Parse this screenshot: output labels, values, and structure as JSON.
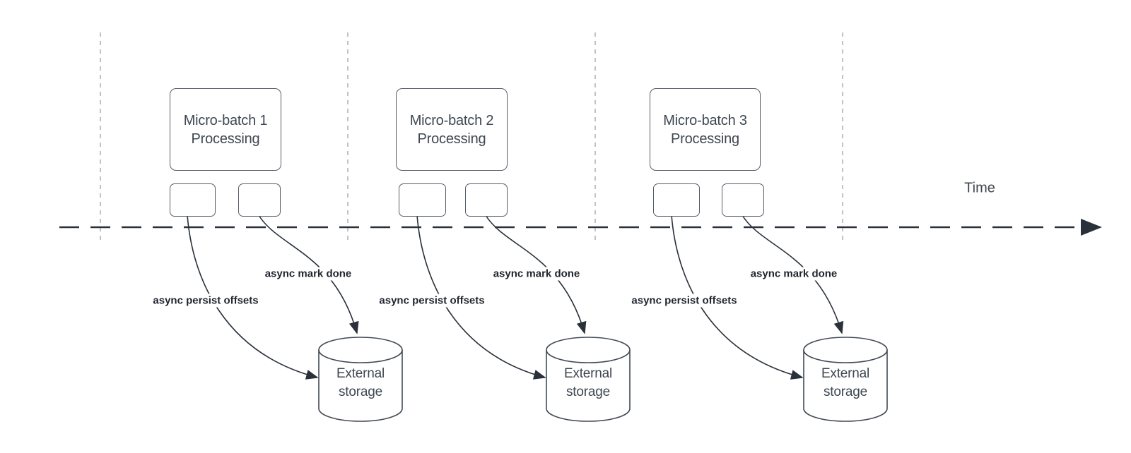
{
  "timeline": {
    "label": "Time"
  },
  "batches": [
    {
      "title": "Micro-batch 1",
      "subtitle": "Processing",
      "persist_label": "async persist offsets",
      "done_label": "async mark done",
      "storage_line1": "External",
      "storage_line2": "storage"
    },
    {
      "title": "Micro-batch 2",
      "subtitle": "Processing",
      "persist_label": "async persist offsets",
      "done_label": "async mark done",
      "storage_line1": "External",
      "storage_line2": "storage"
    },
    {
      "title": "Micro-batch 3",
      "subtitle": "Processing",
      "persist_label": "async persist offsets",
      "done_label": "async mark done",
      "storage_line1": "External",
      "storage_line2": "storage"
    }
  ],
  "colors": {
    "line": "#2a313b",
    "box_border": "#555d68",
    "dashed_guide": "#a8a8a8",
    "text": "#3f4750",
    "label_text": "#20262e"
  }
}
